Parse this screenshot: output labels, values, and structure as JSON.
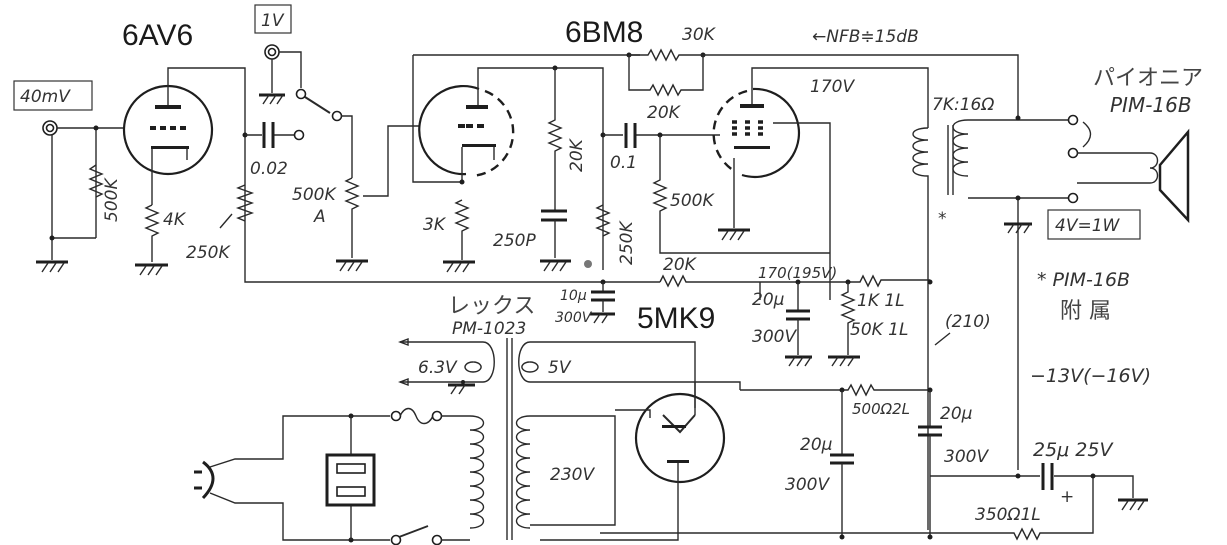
{
  "title": "6AV6 / 6BM8 single-ended amplifier schematic",
  "tubes": {
    "v1": "6AV6",
    "v2": "6BM8",
    "rectifier": "5MK9"
  },
  "signal_levels": {
    "input": "40mV",
    "aux_input": "1V",
    "output": "4V=1W"
  },
  "feedback": {
    "label": "←NFB≑15dB",
    "resistor_a": "30K",
    "resistor_b": "20K"
  },
  "components": {
    "input_grid_resistor": "500K",
    "v1_cathode_resistor": "4K",
    "v1_plate_load": "250K",
    "coupling_cap_1": "0.02",
    "volume_pot": "500K",
    "volume_pot_taper": "A",
    "triode_cathode_resistor": "3K",
    "triode_plate_resistor": "20K",
    "tone_cap": "250P",
    "triode_plate_load": "250K",
    "coupling_cap_2": "0.1",
    "pentode_grid_resistor": "500K",
    "decoupling_resistor": "20K",
    "decoupling_cap_value": "10μ",
    "decoupling_cap_voltage": "300V",
    "screen_voltage": "170(195V)",
    "screen_cap_value": "20μ",
    "screen_cap_voltage": "300V",
    "series_resistor_1k": "1K 1L",
    "bleeder_resistor": "50K 1L",
    "plate_voltage": "170V",
    "b_plus_note": "(210)",
    "filter_resistor": "500Ω2L",
    "filter_cap_1_value": "20μ",
    "filter_cap_1_voltage": "300V",
    "filter_cap_2_value": "20μ",
    "filter_cap_2_voltage": "300V",
    "bias_cap": "25μ 25V",
    "bias_cap_polarity": "+",
    "bias_resistor": "350Ω1L",
    "bias_voltage": "−13V(−16V)"
  },
  "output_transformer": {
    "ratio": "7K:16Ω",
    "asterisk": "*"
  },
  "speaker": {
    "maker": "パイオニア",
    "model": "PIM-16B"
  },
  "footnote": {
    "marker_model": "* PIM-16B",
    "note": "附 属"
  },
  "power_transformer": {
    "maker": "レックス",
    "model": "PM-1023",
    "heater": "6.3V",
    "rectifier_heater": "5V",
    "high_voltage": "230V"
  }
}
